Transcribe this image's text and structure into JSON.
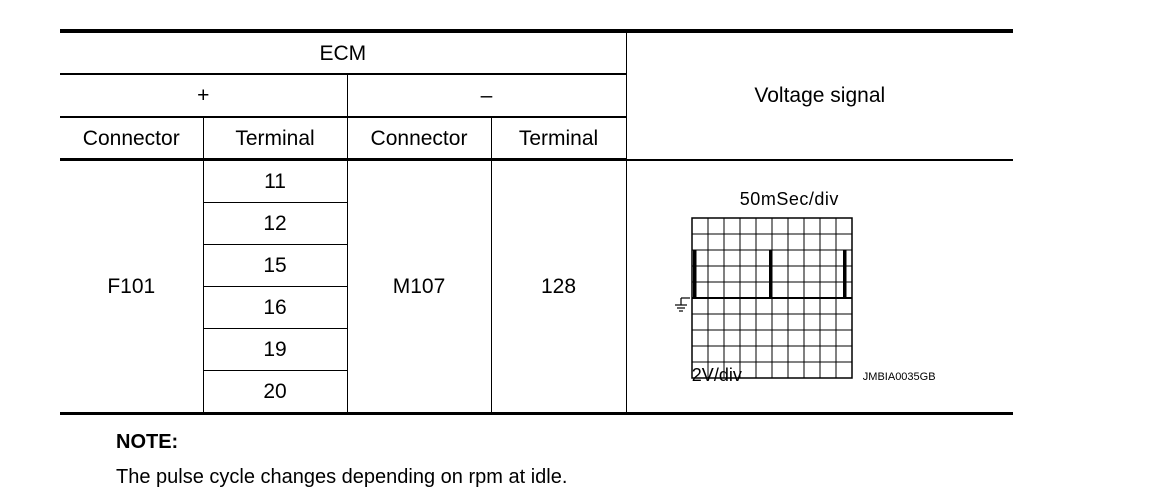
{
  "table": {
    "ecm_label": "ECM",
    "plus_label": "+",
    "minus_label": "–",
    "voltage_signal_label": "Voltage signal",
    "col_connector_plus": "Connector",
    "col_terminal_plus": "Terminal",
    "col_connector_minus": "Connector",
    "col_terminal_minus": "Terminal",
    "plus_connector": "F101",
    "plus_terminals": [
      "11",
      "12",
      "15",
      "16",
      "19",
      "20"
    ],
    "minus_connector": "M107",
    "minus_terminal": "128"
  },
  "scope": {
    "time_div": "50mSec/div",
    "volt_div": "2V/div",
    "image_code": "JMBIA0035GB",
    "ground_icon": "ground-icon"
  },
  "note": {
    "title": "NOTE:",
    "text": "The pulse cycle changes depending on rpm at idle."
  }
}
